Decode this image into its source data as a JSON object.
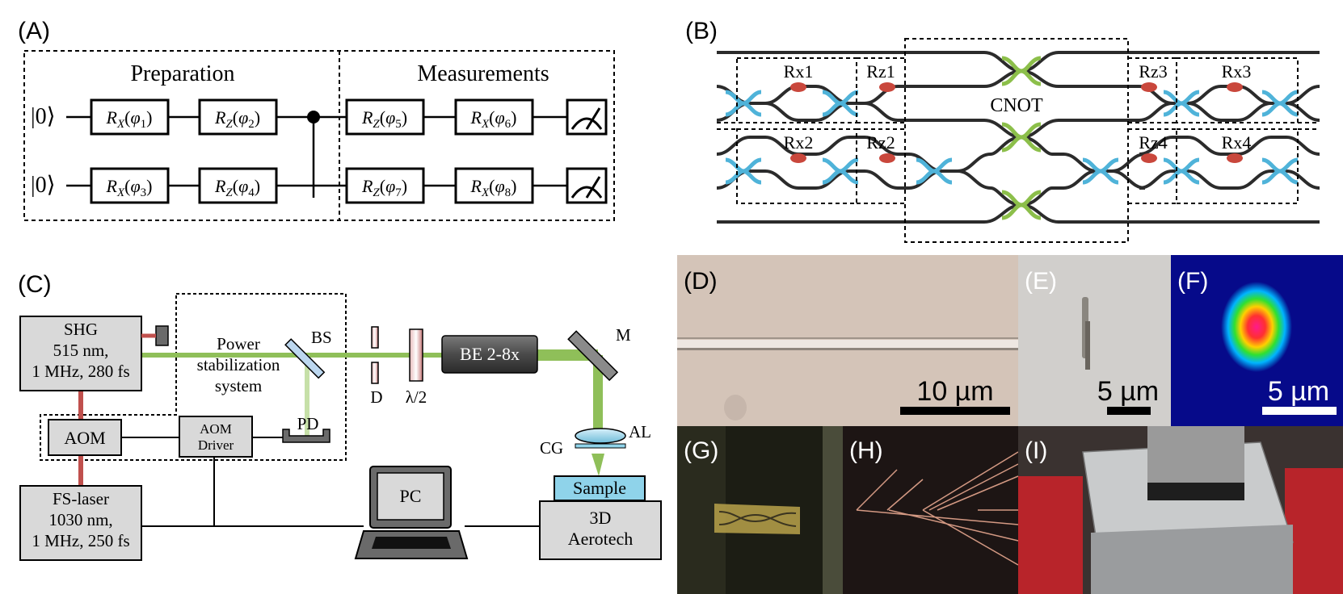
{
  "panels": {
    "a": {
      "label": "(A)",
      "prep_title": "Preparation",
      "meas_title": "Measurements",
      "ket_top": "|0⟩",
      "ket_bottom": "|0⟩",
      "gates_top": [
        {
          "op": "R",
          "sub": "X",
          "arg": "φ",
          "argsub": "1"
        },
        {
          "op": "R",
          "sub": "Z",
          "arg": "φ",
          "argsub": "2"
        },
        {
          "op": "R",
          "sub": "Z",
          "arg": "φ",
          "argsub": "5"
        },
        {
          "op": "R",
          "sub": "X",
          "arg": "φ",
          "argsub": "6"
        }
      ],
      "gates_bottom": [
        {
          "op": "R",
          "sub": "X",
          "arg": "φ",
          "argsub": "3"
        },
        {
          "op": "R",
          "sub": "Z",
          "arg": "φ",
          "argsub": "4"
        },
        {
          "op": "R",
          "sub": "Z",
          "arg": "φ",
          "argsub": "7"
        },
        {
          "op": "R",
          "sub": "X",
          "arg": "φ",
          "argsub": "8"
        }
      ]
    },
    "b": {
      "label": "(B)",
      "cnot": "CNOT",
      "rx1": "Rx1",
      "rx2": "Rx2",
      "rx3": "Rx3",
      "rx4": "Rx4",
      "rz1": "Rz1",
      "rz2": "Rz2",
      "rz3": "Rz3",
      "rz4": "Rz4"
    },
    "c": {
      "label": "(C)",
      "shg": [
        "SHG",
        "515 nm,",
        "1 MHz, 280 fs"
      ],
      "fs": [
        "FS-laser",
        "1030 nm,",
        "1 MHz, 250 fs"
      ],
      "aom": "AOM",
      "aom_driver": [
        "AOM",
        "Driver"
      ],
      "power": [
        "Power",
        "stabilization",
        "system"
      ],
      "bs": "BS",
      "pd": "PD",
      "d": "D",
      "lambda": "λ/2",
      "be": "BE 2-8x",
      "m": "M",
      "al": "AL",
      "cg": "CG",
      "sample": "Sample",
      "aerotech": [
        "3D",
        "Aerotech"
      ],
      "pc": "PC"
    },
    "d": {
      "label": "(D)",
      "scale": "10 µm"
    },
    "e": {
      "label": "(E)",
      "scale": "5 µm"
    },
    "f": {
      "label": "(F)",
      "scale": "5 µm"
    },
    "g": {
      "label": "(G)"
    },
    "h": {
      "label": "(H)"
    },
    "i": {
      "label": "(I)"
    }
  },
  "colors": {
    "splitter_blue": "#4fb3d9",
    "splitter_green": "#8cbf4a",
    "phase_red": "#c9473c",
    "beam_green": "#8fbf59",
    "rf_red": "#c0504d",
    "box_gray": "#d9d9d9",
    "sample_blue": "#8fd3ea"
  },
  "icons": [
    "beam-dump-icon",
    "mirror-icon",
    "lens-icon",
    "laptop-icon",
    "detector-meter-icon"
  ]
}
